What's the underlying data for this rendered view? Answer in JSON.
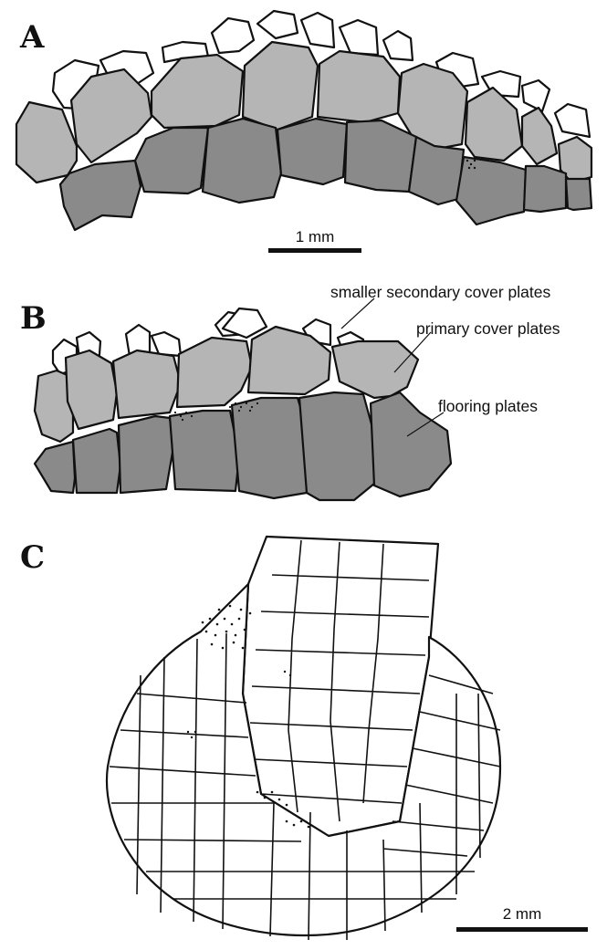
{
  "panels": {
    "a": {
      "letter": "A",
      "scale_label": "1 mm"
    },
    "b": {
      "letter": "B",
      "labels": {
        "secondary": "smaller secondary cover plates",
        "primary": "primary cover plates",
        "flooring": "flooring plates"
      }
    },
    "c": {
      "letter": "C",
      "scale_label": "2 mm"
    }
  },
  "colors": {
    "secondary_plate": "#ffffff",
    "primary_plate": "#b5b5b5",
    "flooring_plate": "#8a8a8a",
    "outline": "#111111"
  }
}
